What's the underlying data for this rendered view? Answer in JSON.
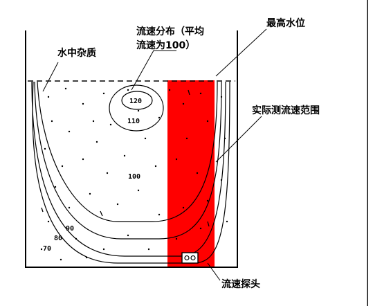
{
  "labels": {
    "impurities": "水中杂质",
    "velocity_dist_line1": "流速分布（平均",
    "velocity_dist_line2": "流速为100）",
    "highest_level": "最高水位",
    "measured_range": "实际测流速范围",
    "probe": "流速探头"
  },
  "contours": {
    "c120": "120",
    "c110": "110",
    "c100": "100",
    "c90": "90",
    "c80": "80",
    "c70": "70"
  },
  "colors": {
    "measure_band": "#ff0000",
    "line": "#000000",
    "background": "#ffffff"
  }
}
